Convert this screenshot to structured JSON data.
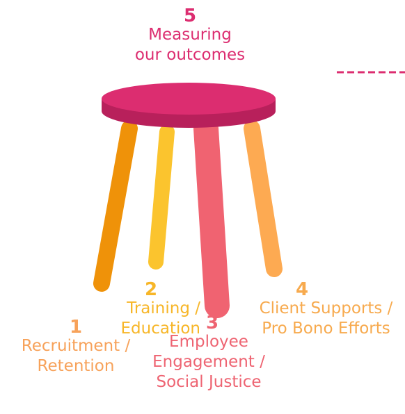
{
  "colors": {
    "seat_top": "#dc2d70",
    "seat_rim": "#b8205b",
    "leg1": "#ef9209",
    "leg2": "#fbc42e",
    "leg3": "#f06371",
    "leg4": "#fdaa52",
    "label1": "#f7a25a",
    "label2": "#f7b628",
    "label3": "#ee6472",
    "label4": "#f7aa4e",
    "label5": "#dc2d70",
    "dash": "#dc2d70"
  },
  "labels": {
    "l5": {
      "num": "5",
      "lines": [
        "Measuring",
        "our outcomes"
      ]
    },
    "l2": {
      "num": "2",
      "lines": [
        "Training /",
        "Education"
      ]
    },
    "l4": {
      "num": "4",
      "lines": [
        "Client Supports /",
        "Pro Bono Efforts"
      ]
    },
    "l1": {
      "num": "1",
      "lines": [
        "Recruitment /",
        "Retention"
      ]
    },
    "l3": {
      "num": "3",
      "lines": [
        "Employee",
        "Engagement /",
        "Social Justice"
      ]
    }
  }
}
